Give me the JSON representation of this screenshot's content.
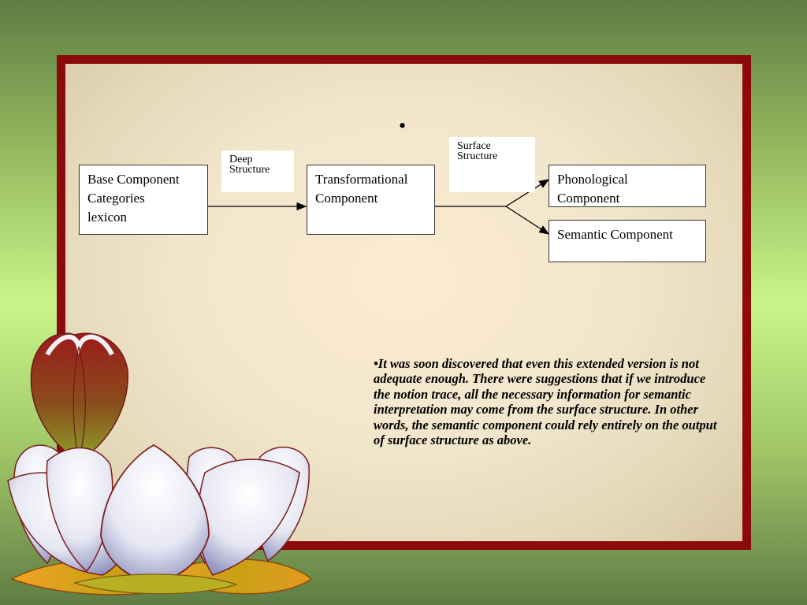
{
  "slide": {
    "bullet_dot": "•",
    "diagram": {
      "base": [
        "Base Component",
        "Categories",
        "lexicon"
      ],
      "deep_structure": [
        "Deep",
        "Structure"
      ],
      "transformational": [
        "Transformational",
        "Component"
      ],
      "surface_structure": [
        "Surface",
        "Structure"
      ],
      "phonological": [
        "Phonological",
        "Component"
      ],
      "semantic": "Semantic Component"
    },
    "note": "•It was soon discovered that even this extended version is not adequate enough. There were suggestions that if we introduce the notion trace, all the necessary information for semantic interpretation may come from the surface structure. In other words, the semantic component could rely entirely on the output of surface structure as above."
  },
  "colors": {
    "frame": "#8b0a0a",
    "panel": "#f2e6cc",
    "background": "#8fb25a"
  },
  "icons": [
    "lotus-icon"
  ]
}
